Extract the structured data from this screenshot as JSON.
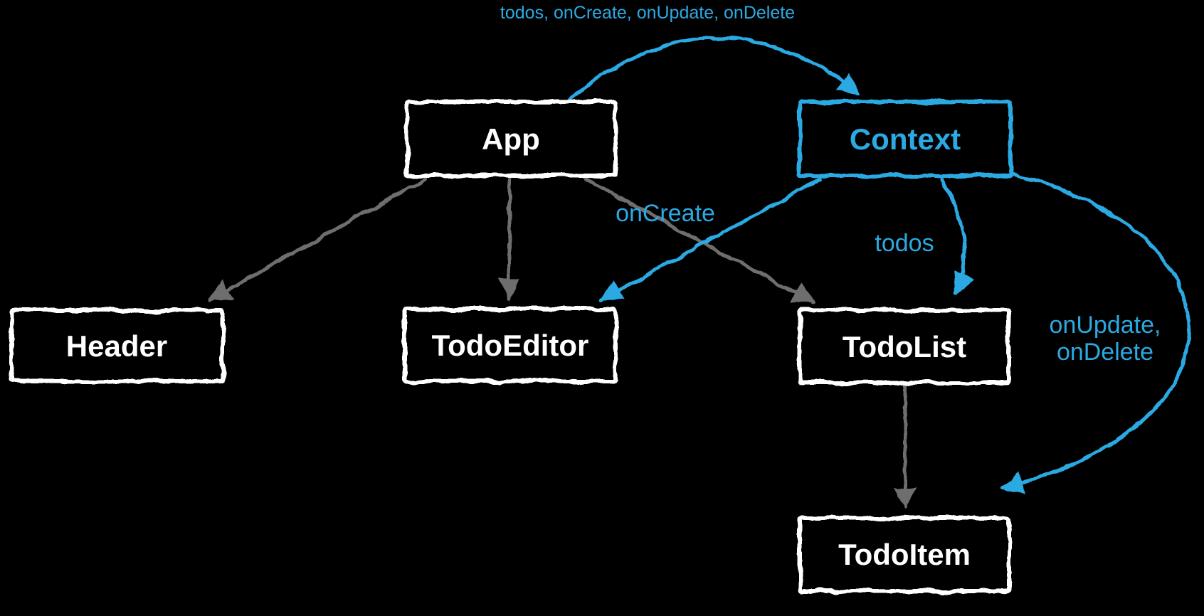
{
  "diagram": {
    "type": "component-tree",
    "colors": {
      "background": "#000000",
      "blue": "#2ca9e2",
      "gray": "#6e6e6e",
      "white": "#ffffff"
    },
    "nodes": [
      {
        "id": "app",
        "label": "App",
        "color": "white"
      },
      {
        "id": "context",
        "label": "Context",
        "color": "blue"
      },
      {
        "id": "header",
        "label": "Header",
        "color": "white"
      },
      {
        "id": "todoeditor",
        "label": "TodoEditor",
        "color": "white"
      },
      {
        "id": "todolist",
        "label": "TodoList",
        "color": "white"
      },
      {
        "id": "todoitem",
        "label": "TodoItem",
        "color": "white"
      }
    ],
    "edges": [
      {
        "from": "App",
        "to": "Header",
        "color": "gray",
        "label": ""
      },
      {
        "from": "App",
        "to": "TodoEditor",
        "color": "gray",
        "label": ""
      },
      {
        "from": "App",
        "to": "TodoList",
        "color": "gray",
        "label": ""
      },
      {
        "from": "TodoList",
        "to": "TodoItem",
        "color": "gray",
        "label": ""
      },
      {
        "from": "App",
        "to": "Context",
        "color": "blue",
        "label": "todos, onCreate, onUpdate, onDelete"
      },
      {
        "from": "Context",
        "to": "TodoEditor",
        "color": "blue",
        "label": "onCreate"
      },
      {
        "from": "Context",
        "to": "TodoList",
        "color": "blue",
        "label": "todos"
      },
      {
        "from": "Context",
        "to": "TodoItem",
        "color": "blue",
        "label": "onUpdate, onDelete"
      }
    ],
    "edge_labels": {
      "context_todoitem_line1": "onUpdate,",
      "context_todoitem_line2": "onDelete"
    }
  }
}
